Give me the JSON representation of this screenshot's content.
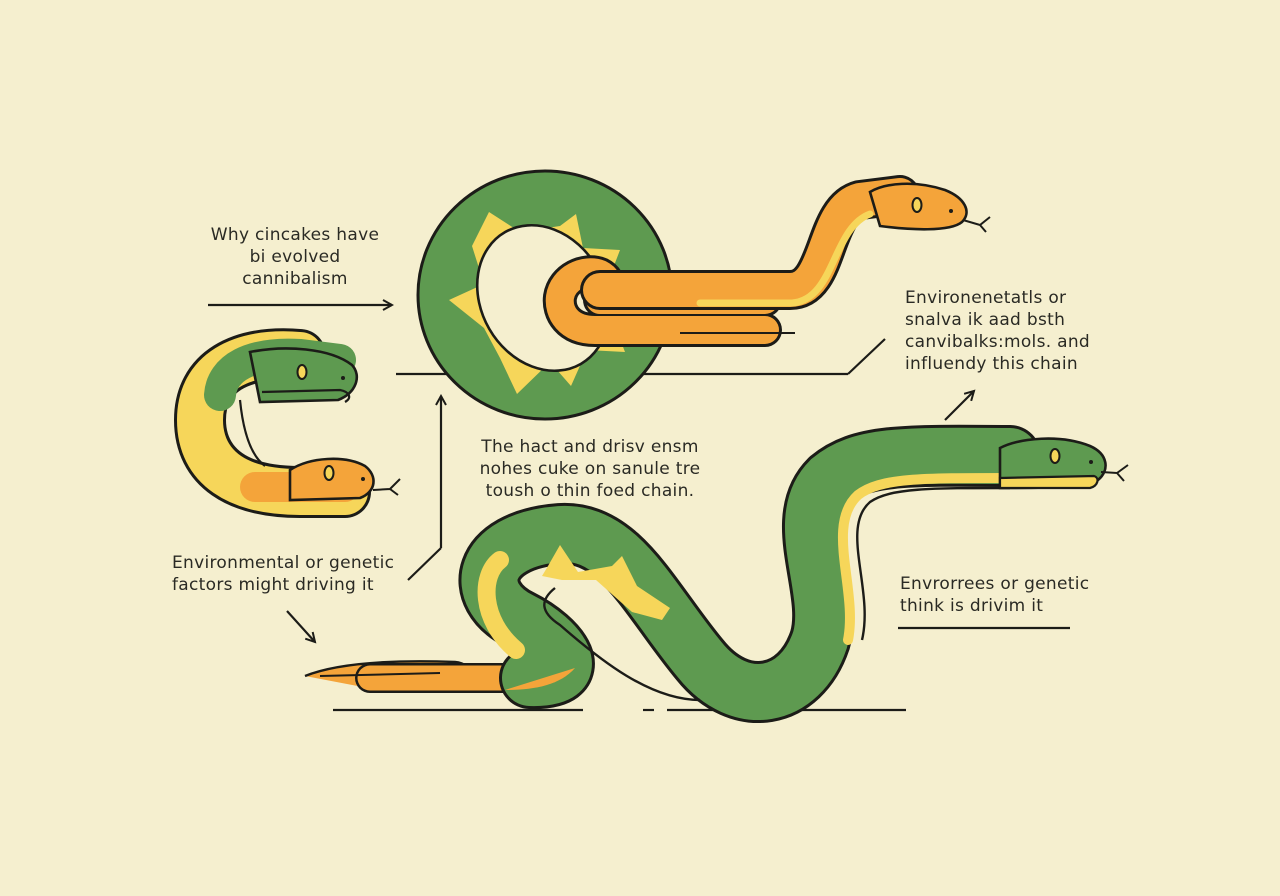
{
  "title": "Snake cannibalism diagram",
  "colors": {
    "background": "#f5efcf",
    "green": "#5e9a50",
    "yellow": "#f6d65a",
    "orange": "#f4a43a",
    "stroke": "#1c1c18"
  },
  "labels": {
    "top_left": {
      "lines": [
        "Why cincakes have",
        "bi evolved",
        "cannibalism"
      ]
    },
    "top_right": {
      "lines": [
        "Environenetatls or",
        "snalva ik aad bsth",
        "canvibalks:mols. and",
        "influendy this chain"
      ]
    },
    "center": {
      "lines": [
        "The hact and drisv ensm",
        "nohes cuke on sanule tre",
        "toush o thin foed chain."
      ]
    },
    "bottom_left": {
      "lines": [
        "Environmental or genetic",
        "factors might driving it"
      ]
    },
    "bottom_right": {
      "lines": [
        "Envrorrees or genetic",
        "think is drivim it"
      ]
    }
  },
  "figures": [
    {
      "name": "ring-snake",
      "description": "green ring with yellow star pattern, orange snake tail passing through"
    },
    {
      "name": "orange-snake",
      "description": "orange snake rising to the right with head and tongue"
    },
    {
      "name": "c-shaped-snake",
      "description": "green-headed snake curled into C shape swallowing orange-headed snake"
    },
    {
      "name": "long-green-snake",
      "description": "long green snake with yellow belly, S-curve, orange tail on ground"
    }
  ]
}
